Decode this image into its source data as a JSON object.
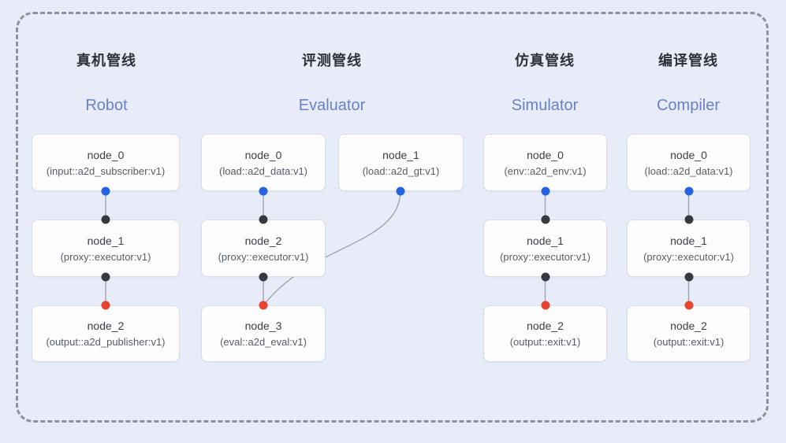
{
  "colors": {
    "background": "#e8ecf8",
    "frame_border": "#8d939e",
    "cn_title": "#2d3138",
    "en_title": "#6a81c8",
    "node_bg": "#fdfdfe",
    "node_border": "#d8dde8",
    "node_name_text": "#3a3e46",
    "node_type_text": "#575d67",
    "edge": "#9ca4b2",
    "blue_dot": "#2563e2",
    "black_dot": "#36393f",
    "red_dot": "#e8432f"
  },
  "pipelines": [
    {
      "id": "robot",
      "title_cn": "真机管线",
      "title_en": "Robot",
      "nodes": [
        {
          "name": "node_0",
          "type": "(input::a2d_subscriber:v1)"
        },
        {
          "name": "node_1",
          "type": "(proxy::executor:v1)"
        },
        {
          "name": "node_2",
          "type": "(output::a2d_publisher:v1)"
        }
      ]
    },
    {
      "id": "evaluator",
      "title_cn": "评测管线",
      "title_en": "Evaluator",
      "nodes": [
        {
          "name": "node_0",
          "type": "(load::a2d_data:v1)"
        },
        {
          "name": "node_1",
          "type": "(load::a2d_gt:v1)"
        },
        {
          "name": "node_2",
          "type": "(proxy::executor:v1)"
        },
        {
          "name": "node_3",
          "type": "(eval::a2d_eval:v1)"
        }
      ]
    },
    {
      "id": "simulator",
      "title_cn": "仿真管线",
      "title_en": "Simulator",
      "nodes": [
        {
          "name": "node_0",
          "type": "(env::a2d_env:v1)"
        },
        {
          "name": "node_1",
          "type": "(proxy::executor:v1)"
        },
        {
          "name": "node_2",
          "type": "(output::exit:v1)"
        }
      ]
    },
    {
      "id": "compiler",
      "title_cn": "编译管线",
      "title_en": "Compiler",
      "nodes": [
        {
          "name": "node_0",
          "type": "(load::a2d_data:v1)"
        },
        {
          "name": "node_1",
          "type": "(proxy::executor:v1)"
        },
        {
          "name": "node_2",
          "type": "(output::exit:v1)"
        }
      ]
    }
  ],
  "edges": [
    {
      "pipeline": "robot",
      "from": "node_0",
      "to": "node_1",
      "from_port": "blue",
      "to_port": "black"
    },
    {
      "pipeline": "robot",
      "from": "node_1",
      "to": "node_2",
      "from_port": "black",
      "to_port": "red"
    },
    {
      "pipeline": "evaluator",
      "from": "node_0",
      "to": "node_2",
      "from_port": "blue",
      "to_port": "black"
    },
    {
      "pipeline": "evaluator",
      "from": "node_1",
      "to": "node_3",
      "from_port": "blue",
      "to_port": "red"
    },
    {
      "pipeline": "evaluator",
      "from": "node_2",
      "to": "node_3",
      "from_port": "black",
      "to_port": "red"
    },
    {
      "pipeline": "simulator",
      "from": "node_0",
      "to": "node_1",
      "from_port": "blue",
      "to_port": "black"
    },
    {
      "pipeline": "simulator",
      "from": "node_1",
      "to": "node_2",
      "from_port": "black",
      "to_port": "red"
    },
    {
      "pipeline": "compiler",
      "from": "node_0",
      "to": "node_1",
      "from_port": "blue",
      "to_port": "black"
    },
    {
      "pipeline": "compiler",
      "from": "node_1",
      "to": "node_2",
      "from_port": "black",
      "to_port": "red"
    }
  ]
}
